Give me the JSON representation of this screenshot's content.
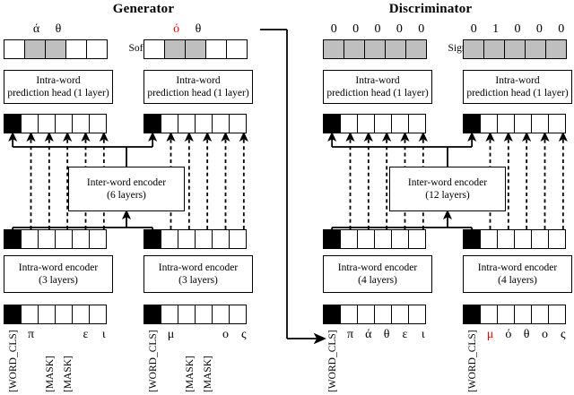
{
  "figure": {
    "panels": [
      {
        "id": "generator",
        "title": "Generator",
        "activation_label": "Softmax",
        "inter_word_encoder": {
          "line1": "Inter-word encoder",
          "line2": "(6 layers)"
        },
        "prediction_head": {
          "line1": "Intra-word",
          "line2": "prediction head (1 layer)"
        },
        "intra_word_encoder": {
          "line1": "Intra-word encoder",
          "line2": "(3 layers)"
        },
        "words": [
          {
            "id": "word-1",
            "output_tokens": [
              "",
              "ά",
              "θ",
              "",
              ""
            ],
            "output_token_colors": [
              "#000000",
              "#000000",
              "#000000",
              "#000000",
              "#000000"
            ],
            "output_cells": [
              "white",
              "gray",
              "gray",
              "white",
              "white"
            ],
            "state_cells": [
              "black",
              "white",
              "white",
              "white",
              "white",
              "white"
            ],
            "input_cells": [
              "black",
              "white",
              "white",
              "white",
              "white",
              "white"
            ],
            "input_tokens": [
              "[WORD_CLS]",
              "π",
              "[MASK]",
              "[MASK]",
              "ε",
              "ι"
            ],
            "input_token_colors": [
              "#000000",
              "#000000",
              "#000000",
              "#000000",
              "#000000",
              "#000000"
            ],
            "input_token_vertical": [
              true,
              false,
              true,
              true,
              false,
              false
            ]
          },
          {
            "id": "word-2",
            "output_tokens": [
              "",
              "ό",
              "θ",
              "",
              ""
            ],
            "output_token_colors": [
              "#000000",
              "#ee0000",
              "#000000",
              "#000000",
              "#000000"
            ],
            "output_cells": [
              "white",
              "gray",
              "gray",
              "white",
              "white"
            ],
            "state_cells": [
              "black",
              "white",
              "white",
              "white",
              "white",
              "white"
            ],
            "input_cells": [
              "black",
              "white",
              "white",
              "white",
              "white",
              "white"
            ],
            "input_tokens": [
              "[WORD_CLS]",
              "μ",
              "[MASK]",
              "[MASK]",
              "ο",
              "ς"
            ],
            "input_token_colors": [
              "#000000",
              "#000000",
              "#000000",
              "#000000",
              "#000000",
              "#000000"
            ],
            "input_token_vertical": [
              true,
              false,
              true,
              true,
              false,
              false
            ]
          }
        ]
      },
      {
        "id": "discriminator",
        "title": "Discriminator",
        "activation_label": "Sigmoid",
        "inter_word_encoder": {
          "line1": "Inter-word encoder",
          "line2": "(12 layers)"
        },
        "prediction_head": {
          "line1": "Intra-word",
          "line2": "prediction head (1 layer)"
        },
        "intra_word_encoder": {
          "line1": "Intra-word encoder",
          "line2": "(4 layers)"
        },
        "words": [
          {
            "id": "word-1",
            "output_tokens": [
              "0",
              "0",
              "0",
              "0",
              "0"
            ],
            "output_token_colors": [
              "#000000",
              "#000000",
              "#000000",
              "#000000",
              "#000000"
            ],
            "output_cells": [
              "gray",
              "gray",
              "gray",
              "gray",
              "gray"
            ],
            "state_cells": [
              "black",
              "white",
              "white",
              "white",
              "white",
              "white"
            ],
            "input_cells": [
              "black",
              "white",
              "white",
              "white",
              "white",
              "white"
            ],
            "input_tokens": [
              "[WORD_CLS]",
              "π",
              "ά",
              "θ",
              "ε",
              "ι"
            ],
            "input_token_colors": [
              "#000000",
              "#000000",
              "#000000",
              "#000000",
              "#000000",
              "#000000"
            ],
            "input_token_vertical": [
              true,
              false,
              false,
              false,
              false,
              false
            ]
          },
          {
            "id": "word-2",
            "output_tokens": [
              "0",
              "1",
              "0",
              "0",
              "0"
            ],
            "output_token_colors": [
              "#000000",
              "#000000",
              "#000000",
              "#000000",
              "#000000"
            ],
            "output_cells": [
              "gray",
              "gray",
              "gray",
              "gray",
              "gray"
            ],
            "state_cells": [
              "black",
              "white",
              "white",
              "white",
              "white",
              "white"
            ],
            "input_cells": [
              "black",
              "white",
              "white",
              "white",
              "white",
              "white"
            ],
            "input_tokens": [
              "[WORD_CLS]",
              "μ",
              "ό",
              "θ",
              "ο",
              "ς"
            ],
            "input_token_colors": [
              "#000000",
              "#ee0000",
              "#000000",
              "#000000",
              "#000000",
              "#000000"
            ],
            "input_token_vertical": [
              true,
              false,
              false,
              false,
              false,
              false
            ]
          }
        ]
      }
    ],
    "connector": {
      "name": "generator-to-discriminator-arrow"
    },
    "colors": {
      "cell_gray": "#bfbfbf",
      "cell_black": "#000000",
      "highlight_red": "#ee0000"
    }
  }
}
